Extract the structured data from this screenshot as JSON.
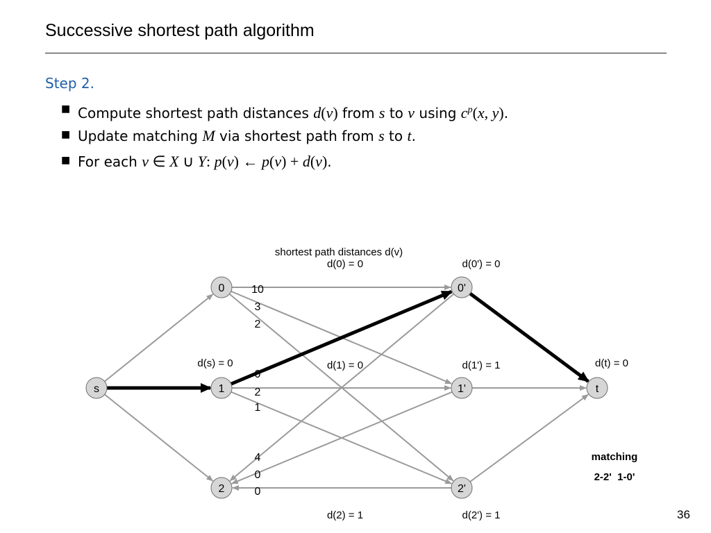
{
  "slide": {
    "title": "Successive shortest path algorithm",
    "step": "Step 2.",
    "page_number": "36"
  },
  "bullets": [
    [
      "Compute shortest path distances ",
      "d",
      "(",
      "v",
      ")",
      " from ",
      "s",
      " to ",
      "v",
      " using ",
      "c",
      "p",
      "(",
      "x",
      ", ",
      "y",
      ")",
      "."
    ],
    [
      "Update matching ",
      "M",
      " via shortest path from ",
      "s",
      " to ",
      "t",
      "."
    ],
    [
      "For each ",
      "v",
      " ∈ ",
      "X",
      " ∪ ",
      "Y",
      ": ",
      "p",
      "(",
      "v",
      ")",
      " ← ",
      "p",
      "(",
      "v",
      ")",
      " + ",
      "d",
      "(",
      "v",
      ")",
      "."
    ]
  ],
  "graph": {
    "caption": "shortest path distances d(v)",
    "nodes": [
      {
        "id": "s",
        "label": "s"
      },
      {
        "id": "0",
        "label": "0"
      },
      {
        "id": "1",
        "label": "1"
      },
      {
        "id": "2",
        "label": "2"
      },
      {
        "id": "0p",
        "label": "0'"
      },
      {
        "id": "1p",
        "label": "1'"
      },
      {
        "id": "2p",
        "label": "2'"
      },
      {
        "id": "t",
        "label": "t"
      }
    ],
    "distance_labels": {
      "s": "d(s) = 0",
      "0": "d(0) = 0",
      "1": "d(1) = 0",
      "2": "d(2) = 1",
      "0p": "d(0') = 0",
      "1p": "d(1') = 1",
      "2p": "d(2') = 1",
      "t": "d(t) = 0"
    },
    "edges": [
      {
        "from": "s",
        "to": "0",
        "cost": ""
      },
      {
        "from": "s",
        "to": "2",
        "cost": ""
      },
      {
        "from": "0",
        "to": "0p",
        "cost": "10"
      },
      {
        "from": "0",
        "to": "1p",
        "cost": "3"
      },
      {
        "from": "0",
        "to": "2p",
        "cost": "2"
      },
      {
        "from": "1",
        "to": "1p",
        "cost": "2"
      },
      {
        "from": "1",
        "to": "2p",
        "cost": "1"
      },
      {
        "from": "0p",
        "to": "2",
        "cost": "4"
      },
      {
        "from": "1p",
        "to": "2",
        "cost": "0"
      },
      {
        "from": "2p",
        "to": "2",
        "cost": "0"
      },
      {
        "from": "1p",
        "to": "t",
        "cost": ""
      },
      {
        "from": "2p",
        "to": "t",
        "cost": ""
      }
    ],
    "path_edges": [
      {
        "from": "s",
        "to": "1",
        "cost": ""
      },
      {
        "from": "1",
        "to": "0p",
        "cost": "0"
      },
      {
        "from": "0p",
        "to": "t",
        "cost": ""
      }
    ],
    "matching_title": "matching",
    "matching_pairs": "2-2'  1-0'"
  }
}
